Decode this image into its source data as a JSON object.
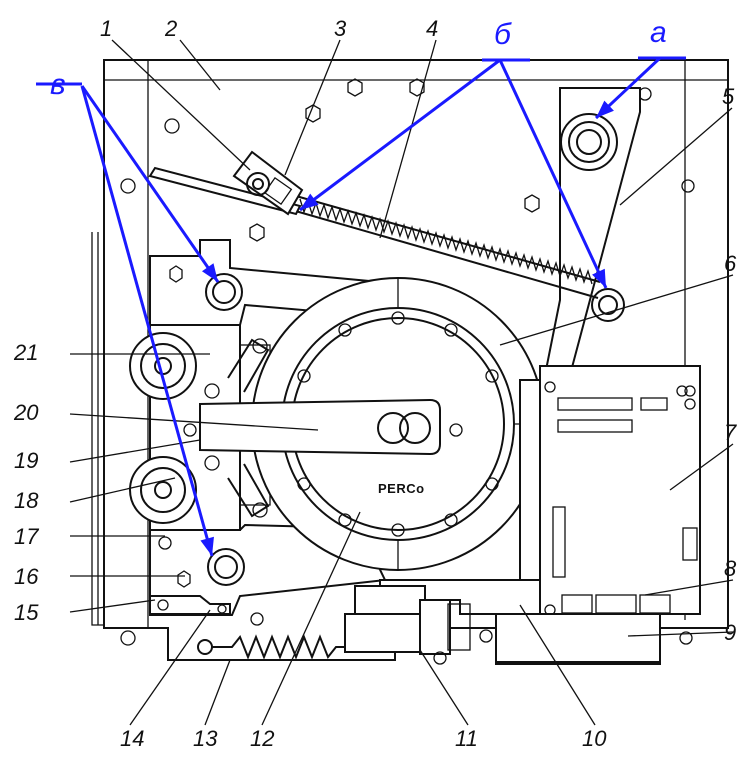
{
  "accent_color": "#1a1aff",
  "logo_text": "PERCo",
  "arrow_labels": [
    {
      "id": "a",
      "text": "а"
    },
    {
      "id": "b",
      "text": "б"
    },
    {
      "id": "v",
      "text": "в"
    }
  ],
  "callouts": [
    {
      "n": "1"
    },
    {
      "n": "2"
    },
    {
      "n": "3"
    },
    {
      "n": "4"
    },
    {
      "n": "5"
    },
    {
      "n": "6"
    },
    {
      "n": "7"
    },
    {
      "n": "8"
    },
    {
      "n": "9"
    },
    {
      "n": "10"
    },
    {
      "n": "11"
    },
    {
      "n": "12"
    },
    {
      "n": "13"
    },
    {
      "n": "14"
    },
    {
      "n": "15"
    },
    {
      "n": "16"
    },
    {
      "n": "17"
    },
    {
      "n": "18"
    },
    {
      "n": "19"
    },
    {
      "n": "20"
    },
    {
      "n": "21"
    }
  ]
}
